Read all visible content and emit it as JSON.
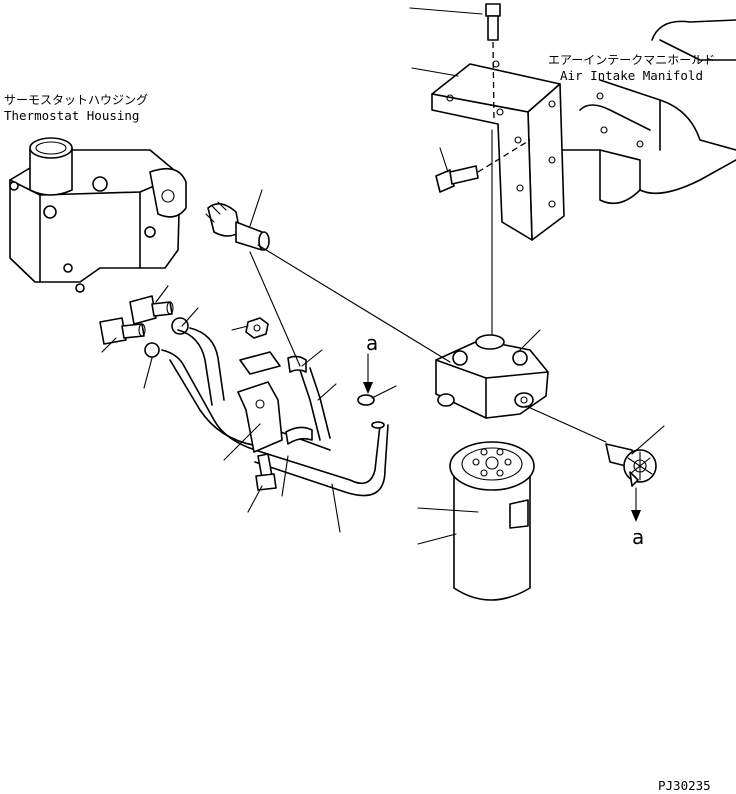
{
  "labels": {
    "thermostat_jp": "サーモスタットハウジング",
    "thermostat_en": "Thermostat Housing",
    "manifold_jp": "エアーインテークマニホールド",
    "manifold_en": "Air Intake Manifold",
    "ref_a_top": "a",
    "ref_a_bottom": "a",
    "drawing_number": "PJ30235"
  }
}
